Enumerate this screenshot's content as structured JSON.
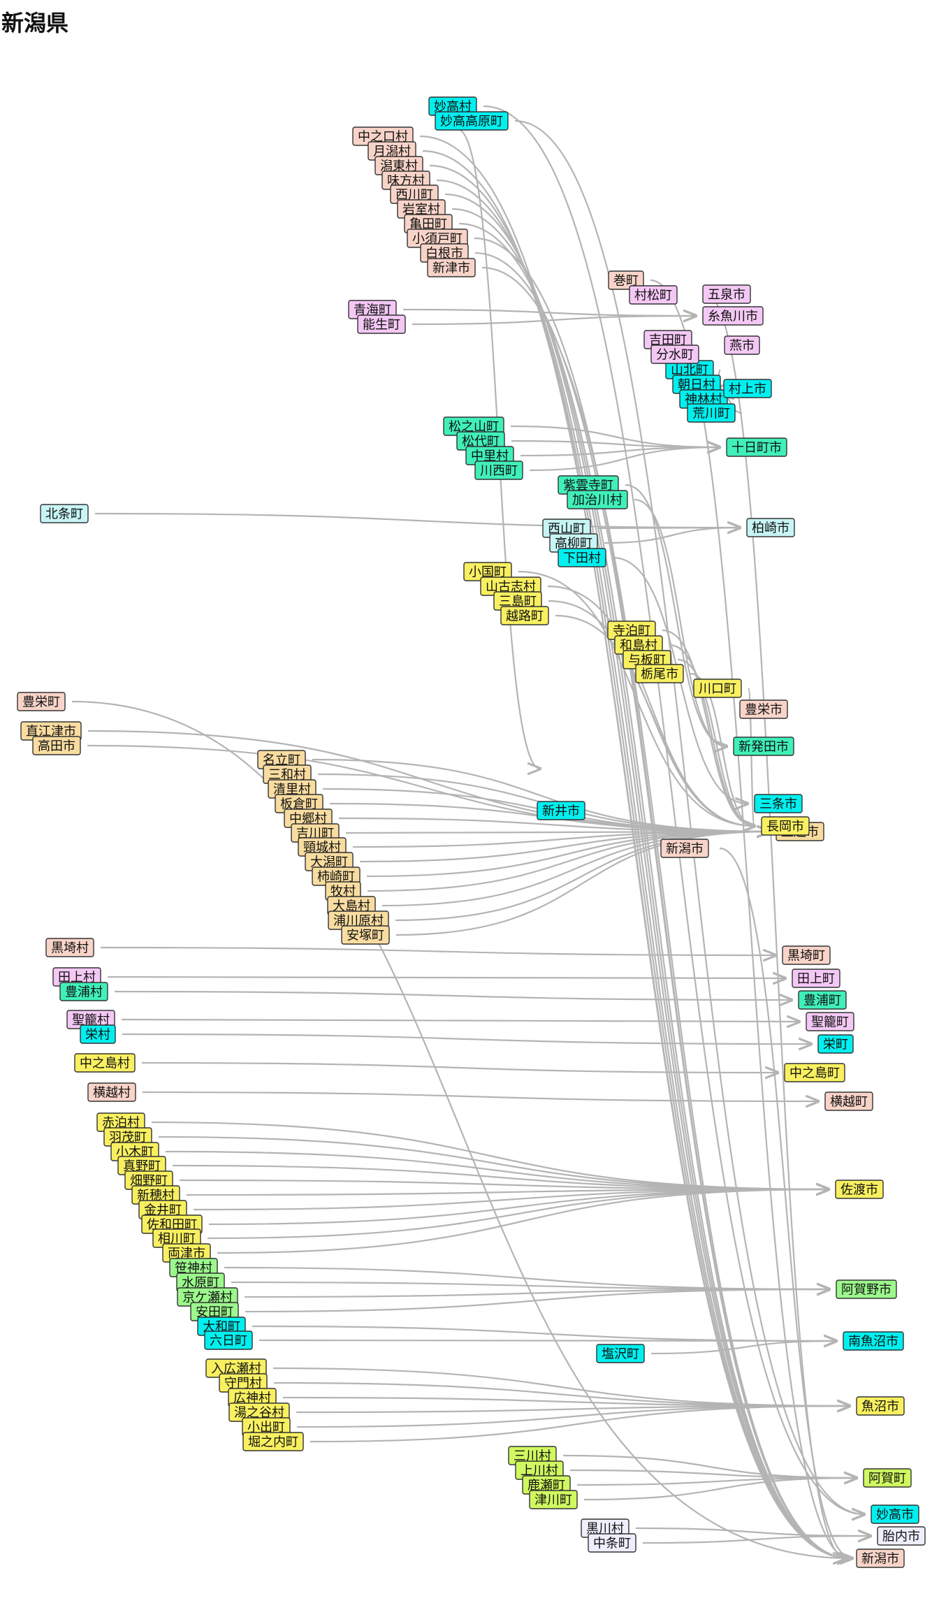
{
  "title": "新潟県",
  "colors": {
    "pink": "#f8d4c8",
    "cyan": "#00f0f0",
    "violet": "#f4c8f4",
    "mint": "#40f0b8",
    "paleblue": "#c8f4f4",
    "yellow": "#f8f060",
    "tan": "#f8dca0",
    "green": "#9cf88c",
    "lime": "#d0f860",
    "lavender": "#eeeefc",
    "edge": "#b4b4b4"
  },
  "groups": [
    {
      "color": "cyan",
      "target": "妙高市",
      "sources": [
        "妙高村",
        "妙高高原町"
      ]
    },
    {
      "color": "pink",
      "target": "新潟市",
      "sources": [
        "中之口村",
        "月潟村",
        "潟東村",
        "味方村",
        "西川町",
        "岩室村",
        "亀田町",
        "小須戸町",
        "白根市",
        "新津市"
      ]
    },
    {
      "color": "pink",
      "target": "新潟市",
      "sources": [
        "巻町"
      ]
    },
    {
      "color": "violet",
      "target": "糸魚川市",
      "sources": [
        "青海町",
        "能生町"
      ]
    },
    {
      "color": "cyan",
      "target": "村上市",
      "sources": [
        "山北町",
        "朝日村",
        "神林村",
        "荒川町"
      ]
    },
    {
      "color": "mint",
      "target": "十日町市",
      "sources": [
        "松之山町",
        "松代町",
        "中里村",
        "川西町"
      ]
    },
    {
      "color": "mint",
      "target": "新発田市",
      "sources": [
        "紫雲寺町",
        "加治川村"
      ]
    },
    {
      "color": "paleblue",
      "target": "柏崎市",
      "sources": [
        "北条町",
        "西山町",
        "高柳町"
      ]
    },
    {
      "color": "cyan",
      "target": "三条市",
      "sources": [
        "下田村"
      ]
    },
    {
      "color": "yellow",
      "target": "長岡市",
      "sources": [
        "小国町",
        "山古志村",
        "三島町",
        "越路町",
        "寺泊町",
        "和島村",
        "与板町",
        "栃尾市",
        "川口町"
      ]
    },
    {
      "color": "pink",
      "target": "新潟市",
      "sources": [
        "豊栄町"
      ]
    },
    {
      "color": "tan",
      "target": "上越市",
      "sources": [
        "直江津市",
        "高田市",
        "名立町",
        "三和村",
        "清里村",
        "板倉町",
        "中郷村",
        "吉川町",
        "頸城村",
        "大潟町",
        "柿崎町",
        "牧村",
        "大島村",
        "浦川原村",
        "安塚町"
      ]
    },
    {
      "color": "pink",
      "target": "黒埼町",
      "sources": [
        "黒埼村"
      ]
    },
    {
      "color": "violet",
      "target": "田上町",
      "sources": [
        "田上村"
      ]
    },
    {
      "color": "mint",
      "target": "豊浦町",
      "sources": [
        "豊浦村"
      ]
    },
    {
      "color": "violet",
      "target": "聖籠町",
      "sources": [
        "聖籠村"
      ]
    },
    {
      "color": "cyan",
      "target": "栄町",
      "sources": [
        "栄村"
      ]
    },
    {
      "color": "yellow",
      "target": "中之島町",
      "sources": [
        "中之島村"
      ]
    },
    {
      "color": "pink",
      "target": "横越町",
      "sources": [
        "横越村"
      ]
    },
    {
      "color": "yellow",
      "target": "佐渡市",
      "sources": [
        "赤泊村",
        "羽茂町",
        "小木町",
        "真野町",
        "畑野町",
        "新穂村",
        "金井町",
        "佐和田町",
        "相川町",
        "両津市"
      ]
    },
    {
      "color": "green",
      "target": "阿賀野市",
      "sources": [
        "笹神村",
        "水原町",
        "京ケ瀬村",
        "安田町"
      ]
    },
    {
      "color": "cyan",
      "target": "南魚沼市",
      "sources": [
        "大和町",
        "六日町",
        "塩沢町"
      ]
    },
    {
      "color": "yellow",
      "target": "魚沼市",
      "sources": [
        "入広瀬村",
        "守門村",
        "広神村",
        "湯之谷村",
        "小出町",
        "堀之内町"
      ]
    },
    {
      "color": "lime",
      "target": "阿賀町",
      "sources": [
        "三川村",
        "上川村",
        "鹿瀬町",
        "津川町"
      ]
    },
    {
      "color": "lavender",
      "target": "胎内市",
      "sources": [
        "黒川村",
        "中条町"
      ]
    }
  ],
  "standalone": [
    {
      "label": "五泉市",
      "color": "violet"
    },
    {
      "label": "吉田町",
      "color": "violet"
    },
    {
      "label": "分水町",
      "color": "violet"
    },
    {
      "label": "燕市",
      "color": "violet"
    },
    {
      "label": "村松町",
      "color": "violet"
    },
    {
      "label": "新井市",
      "color": "cyan"
    }
  ],
  "targets": [
    {
      "label": "妙高市",
      "color": "cyan"
    },
    {
      "label": "糸魚川市",
      "color": "violet"
    },
    {
      "label": "村上市",
      "color": "cyan"
    },
    {
      "label": "十日町市",
      "color": "mint"
    },
    {
      "label": "柏崎市",
      "color": "paleblue"
    },
    {
      "label": "豊栄市",
      "color": "pink"
    },
    {
      "label": "新発田市",
      "color": "mint"
    },
    {
      "label": "三条市",
      "color": "cyan"
    },
    {
      "label": "上越市",
      "color": "tan"
    },
    {
      "label": "長岡市",
      "color": "yellow"
    },
    {
      "label": "新潟市",
      "color": "pink"
    },
    {
      "label": "黒埼町",
      "color": "pink"
    },
    {
      "label": "田上町",
      "color": "violet"
    },
    {
      "label": "豊浦町",
      "color": "mint"
    },
    {
      "label": "聖籠町",
      "color": "violet"
    },
    {
      "label": "栄町",
      "color": "cyan"
    },
    {
      "label": "中之島町",
      "color": "yellow"
    },
    {
      "label": "横越町",
      "color": "pink"
    },
    {
      "label": "佐渡市",
      "color": "yellow"
    },
    {
      "label": "阿賀野市",
      "color": "green"
    },
    {
      "label": "南魚沼市",
      "color": "cyan"
    },
    {
      "label": "魚沼市",
      "color": "yellow"
    },
    {
      "label": "阿賀町",
      "color": "lime"
    },
    {
      "label": "胎内市",
      "color": "lavender"
    }
  ],
  "extra_edges": [
    {
      "from": "新潟市",
      "to": "新潟市"
    },
    {
      "from": "妙高高原町",
      "to": "新井市"
    },
    {
      "from": "新潟市",
      "to": "新潟市"
    }
  ]
}
